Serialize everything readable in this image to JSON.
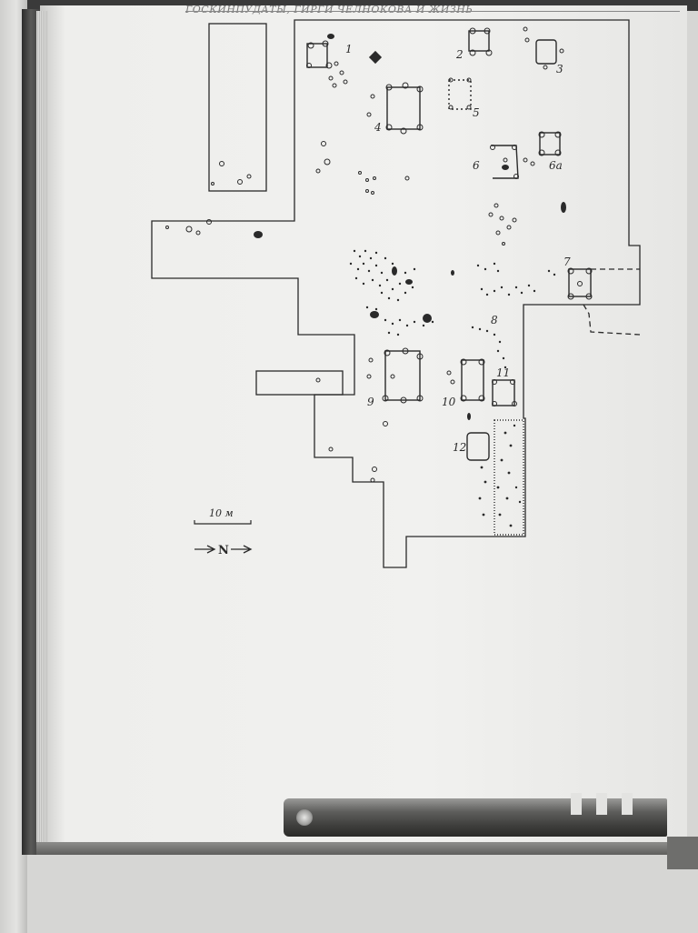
{
  "running_head": "ГОСКИНПУДАТЫ, ГИРГИ ЧЕЛНОКОВА И ЖИЗНЬ",
  "scale_bar": {
    "label": "10 м"
  },
  "north_arrow": {
    "label": "N"
  },
  "feature_labels": [
    "1",
    "2",
    "3",
    "4",
    "5",
    "6",
    "6a",
    "7",
    "8",
    "9",
    "10",
    "11",
    "12"
  ],
  "colors": {
    "ink": "#2a2a2a",
    "paper": "#f0f0ee",
    "ruler": "#3f3f3d"
  }
}
